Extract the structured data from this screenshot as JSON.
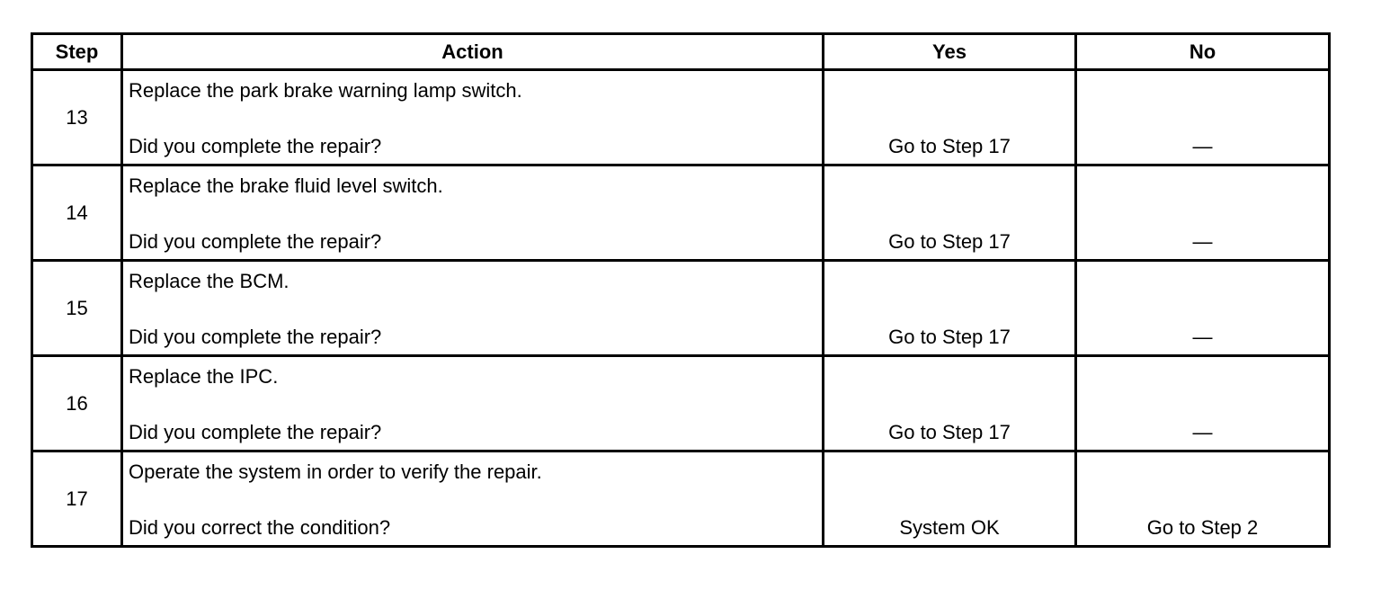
{
  "table": {
    "headers": {
      "step": "Step",
      "action": "Action",
      "yes": "Yes",
      "no": "No"
    },
    "rows": [
      {
        "step": "13",
        "action": "Replace the park brake warning lamp switch.",
        "question": "Did you complete the repair?",
        "yes": "Go to Step 17",
        "no": "—"
      },
      {
        "step": "14",
        "action": "Replace the brake fluid level switch.",
        "question": "Did you complete the repair?",
        "yes": "Go to Step 17",
        "no": "—"
      },
      {
        "step": "15",
        "action": "Replace the BCM.",
        "question": "Did you complete the repair?",
        "yes": "Go to Step 17",
        "no": "—"
      },
      {
        "step": "16",
        "action": "Replace the IPC.",
        "question": "Did you complete the repair?",
        "yes": "Go to Step 17",
        "no": "—"
      },
      {
        "step": "17",
        "action": "Operate the system in order to verify the repair.",
        "question": "Did you correct the condition?",
        "yes": "System OK",
        "no": "Go to Step 2"
      }
    ]
  }
}
